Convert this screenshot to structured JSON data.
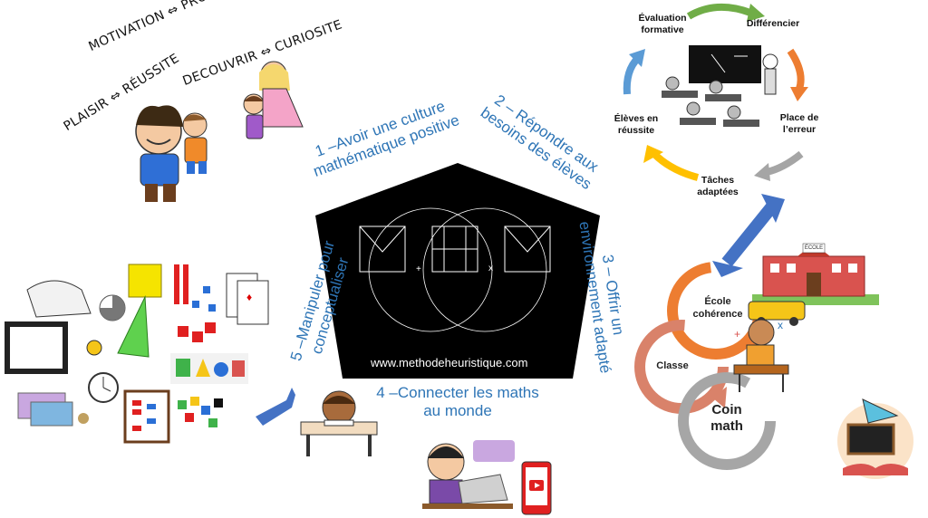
{
  "pentagon": {
    "url": "www.methodeheuristique.com",
    "logo_letters": [
      "M",
      "H",
      "M"
    ],
    "logo_ops": [
      "+",
      "x"
    ]
  },
  "pillars": {
    "p1": [
      "1 –Avoir une culture",
      "mathématique positive"
    ],
    "p2": [
      "2 – Répondre aux",
      "besoins des élèves"
    ],
    "p3": [
      "3 – Offrir un",
      "environnement adapté"
    ],
    "p4": [
      "4 –Connecter les maths",
      "au monde"
    ],
    "p5": [
      "5 –Manipuler pour",
      "conceptualiser"
    ]
  },
  "motivation": {
    "line1": "MOTIVATION ⇔ PROGRESSION",
    "line2": "PLAISIR ⇔ RÉUSSITE",
    "line3": "DECOUVRIR ⇔ CURIOSITE"
  },
  "cycle": {
    "evaluation": [
      "Évaluation",
      "formative"
    ],
    "differencier": "Différencier",
    "place": [
      "Place de",
      "l’erreur"
    ],
    "taches": [
      "Tâches",
      "adaptées"
    ],
    "eleves": [
      "Élèves en",
      "réussite"
    ]
  },
  "rings": {
    "ecole": [
      "École",
      "cohérence"
    ],
    "classe": "Classe",
    "coin": [
      "Coin",
      "math"
    ],
    "school_sign": "ÉCOLE"
  },
  "colors": {
    "label_blue": "#2e75b6",
    "arrow_green": "#70ad47",
    "arrow_orange": "#ed7d31",
    "arrow_gray": "#a5a5a5",
    "arrow_yellow": "#ffc000",
    "arrow_blue": "#5b9bd5",
    "ring_orange": "#ed7d31",
    "ring_salmon": "#d9826a",
    "ring_gray": "#a6a6a6",
    "double_arrow": "#4472c4"
  }
}
